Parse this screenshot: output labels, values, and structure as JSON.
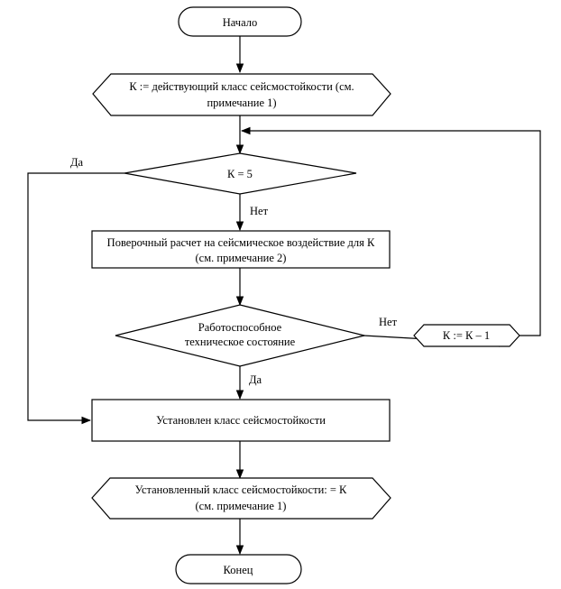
{
  "flowchart": {
    "start": {
      "label": "Начало"
    },
    "assign_k": {
      "line1": "К := действующий класс сейсмостойкости (см.",
      "line2": "примечание 1)"
    },
    "check_k5": {
      "label": "К = 5"
    },
    "calc": {
      "line1": "Поверочный расчет на сейсмическое воздействие для К",
      "line2": "(см. примечание 2)"
    },
    "check_state": {
      "line1": "Работоспособное",
      "line2": "техническое состояние"
    },
    "decrement": {
      "label": "К := К – 1"
    },
    "established": {
      "label": "Установлен класс сейсмостойкости"
    },
    "output": {
      "line1": "Установленный класс сейсмостойкости: = К",
      "line2": "(см. примечание 1)"
    },
    "end": {
      "label": "Конец"
    },
    "edges": {
      "k5_yes": "Да",
      "k5_no": "Нет",
      "state_no": "Нет",
      "state_yes": "Да"
    }
  }
}
